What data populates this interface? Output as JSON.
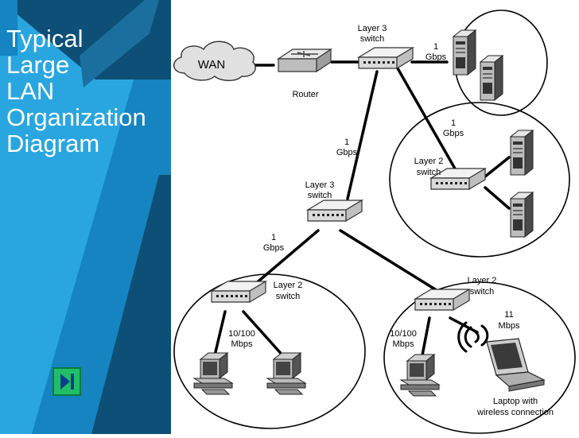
{
  "slide": {
    "title_lines": [
      "Typical",
      "Large",
      "LAN",
      "Organization",
      "Diagram"
    ]
  },
  "diagram": {
    "wan": "WAN",
    "router": "Router",
    "core_switch": [
      "Layer 3",
      "switch"
    ],
    "dist_switch": [
      "Layer 3",
      "switch"
    ],
    "server_switch": [
      "Layer 2",
      "switch"
    ],
    "left_switch": [
      "Layer 2",
      "switch"
    ],
    "right_switch": [
      "Layer 2",
      "switch"
    ],
    "link_core_servers": [
      "1",
      "Gbps"
    ],
    "link_core_dist": [
      "1",
      "Gbps"
    ],
    "link_core_serverswitch": [
      "1",
      "Gbps"
    ],
    "link_dist_left": [
      "1",
      "Gbps"
    ],
    "left_access": [
      "10/100",
      "Mbps"
    ],
    "right_access": [
      "10/100",
      "Mbps"
    ],
    "wireless_speed": [
      "11",
      "Mbps"
    ],
    "laptop_caption": [
      "Laptop with",
      "wireless connection"
    ]
  },
  "colors": {
    "panel_light": "#29a6df",
    "panel_dark": "#0d4f76",
    "panel_mid": "#1584c0",
    "nav_button": "#1fbf6a"
  },
  "icons": [
    "cloud-icon",
    "router-icon",
    "switch-icon",
    "server-icon",
    "desktop-pc-icon",
    "laptop-icon",
    "wifi-icon",
    "next-slide-icon"
  ]
}
